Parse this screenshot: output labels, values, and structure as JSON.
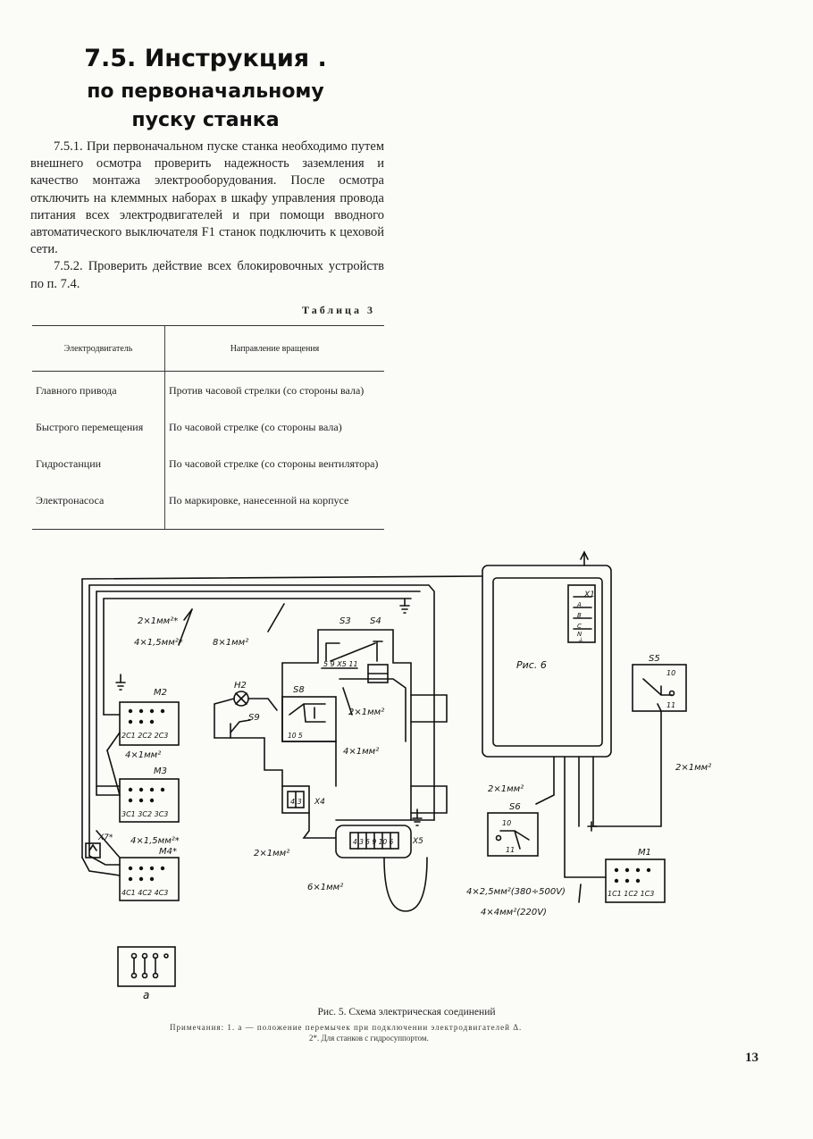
{
  "heading": {
    "line1": "7.5. Инструкция .",
    "line2": "по первоначальному",
    "line3": "пуску станка"
  },
  "paragraphs": [
    "7.5.1. При первоначальном пуске станка необходимо путем внешнего осмотра проверить надежность заземления и качество монтажа электрооборудования. После осмотра отключить на клеммных наборах в шкафу управления провода питания всех электродвигателей и при помощи вводного автоматического выключателя F1 станок подключить к цеховой сети.",
    "7.5.2. Проверить действие всех блокировочных устройств по п. 7.4."
  ],
  "table": {
    "caption": "Таблица 3",
    "headers": [
      "Электродвигатель",
      "Направление вращения"
    ],
    "rows": [
      [
        "Главного привода",
        "Против часовой стрелки (со стороны вала)"
      ],
      [
        "Быстрого перемещения",
        "По часовой стрелке (со стороны вала)"
      ],
      [
        "Гидростанции",
        "По часовой стрелке (со стороны вентилятора)"
      ],
      [
        "Электронасоса",
        "По маркировке, нанесенной на корпусе"
      ]
    ]
  },
  "diagram": {
    "cabinet_label": "Рис. 6",
    "components": {
      "M1": "M1",
      "M2": "M2",
      "M3": "M3",
      "M4": "M4*",
      "H2": "H2",
      "S3": "S3",
      "S4": "S4",
      "S5": "S5",
      "S6": "S6",
      "S8": "S8",
      "S9": "S9",
      "X1": "X1",
      "X4": "X4",
      "X5": "X5",
      "X7": "X7*"
    },
    "terminal_labels": {
      "M1": "1C1 1C2 1C3",
      "M2": "2C1 2C2 2C3",
      "M3": "3C1 3C2 3C3",
      "M4": "4C1 4C2 4C3",
      "X4": "4 3",
      "X5": "4 3 5 9 10 6",
      "X1": [
        "A",
        "B",
        "C",
        "N",
        "⏚"
      ],
      "S3S4": "5 9 X5 11",
      "S8": "10 5",
      "S5": [
        "10",
        "11"
      ],
      "S6": [
        "10",
        "11"
      ]
    },
    "wire_labels": {
      "w1": "2×1мм²*",
      "w2": "4×1,5мм²*",
      "w3": "8×1мм²",
      "w4": "2×1мм²",
      "w5": "4×1мм²",
      "w6": "4×1мм²",
      "w7": "4×1,5мм²*",
      "w8": "2×1мм²",
      "w9": "6×1мм²",
      "w10": "2×1мм²",
      "w11": "2×1мм²",
      "w12": "4×2,5мм²(380÷500V)",
      "w13": "4×4мм²(220V)"
    },
    "inset_label": "а"
  },
  "figure_caption": "Рис. 5. Схема электрическая соединений",
  "notes": {
    "line1": "Примечания: 1. а — положение перемычек при подключении электродвигателей Δ.",
    "line2": "2*. Для станков с гидросуппортом."
  },
  "page_number": "13"
}
